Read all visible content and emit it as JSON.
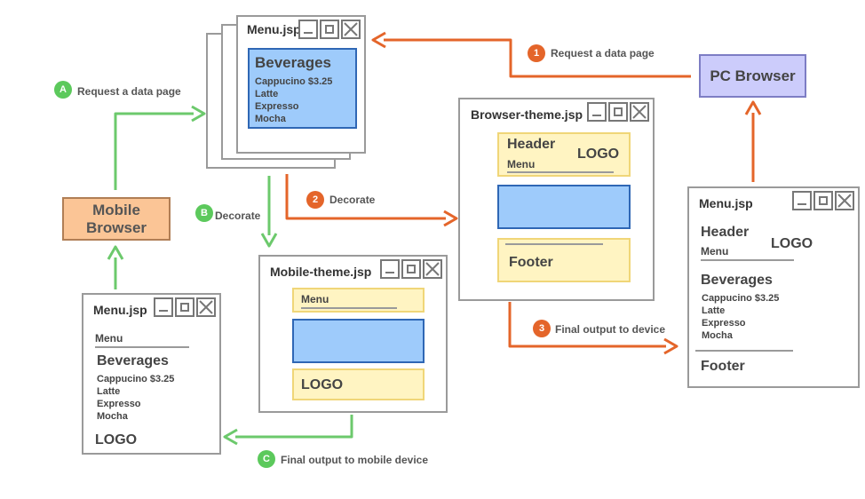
{
  "steps": {
    "one": {
      "num": "1",
      "label": "Request a data page"
    },
    "two": {
      "num": "2",
      "label": "Decorate"
    },
    "three": {
      "num": "3",
      "label": "Final output to device"
    },
    "a": {
      "num": "A",
      "label": "Request a data page"
    },
    "b": {
      "num": "B",
      "label": "Decorate"
    },
    "c": {
      "num": "C",
      "label": "Final output to mobile device"
    }
  },
  "pc_browser": "PC Browser",
  "mobile_browser": "Mobile\nBrowser",
  "menu_source": {
    "title": "Menu.jsp",
    "heading": "Beverages",
    "items": [
      "Cappucino $3.25",
      "Latte",
      "Expresso",
      "Mocha"
    ]
  },
  "browser_theme": {
    "title": "Browser-theme.jsp",
    "header": "Header",
    "menu": "Menu",
    "logo": "LOGO",
    "footer": "Footer"
  },
  "mobile_theme": {
    "title": "Mobile-theme.jsp",
    "menu": "Menu",
    "logo": "LOGO"
  },
  "pc_output": {
    "title": "Menu.jsp",
    "header": "Header",
    "logo": "LOGO",
    "menu": "Menu",
    "heading": "Beverages",
    "items": [
      "Cappucino $3.25",
      "Latte",
      "Expresso",
      "Mocha"
    ],
    "footer": "Footer"
  },
  "mobile_output": {
    "title": "Menu.jsp",
    "menu": "Menu",
    "heading": "Beverages",
    "items": [
      "Cappucino $3.25",
      "Latte",
      "Expresso",
      "Mocha"
    ],
    "logo": "LOGO"
  },
  "colors": {
    "orange": "#e4652a",
    "green": "#6cc96c",
    "blue_fill": "#9ecbfb",
    "yellow_fill": "#fff4c2"
  }
}
